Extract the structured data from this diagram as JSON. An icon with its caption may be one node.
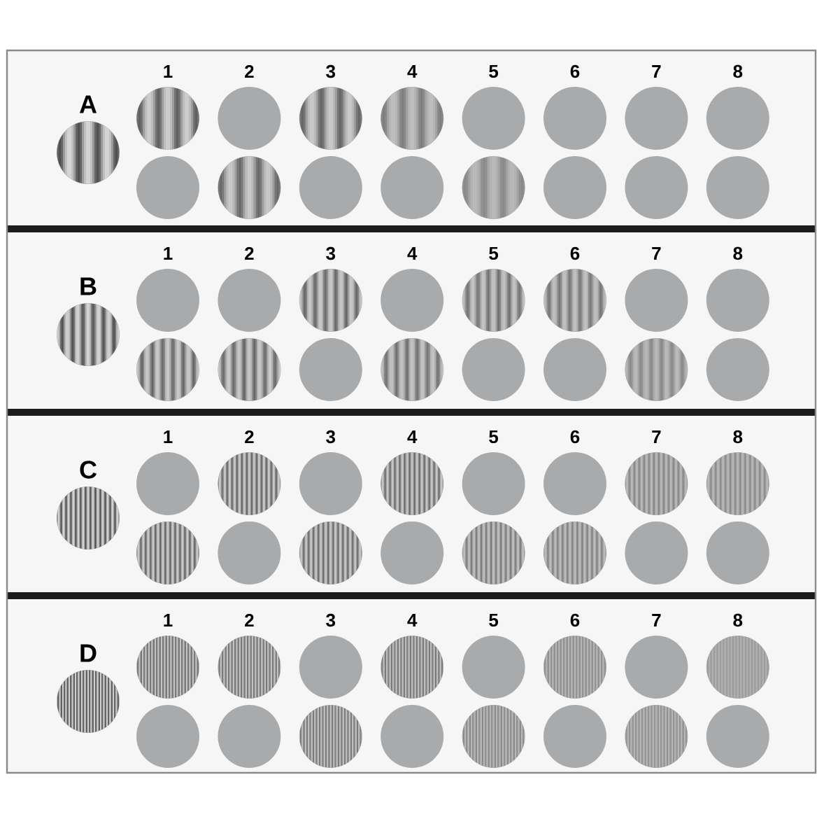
{
  "diagram": {
    "nodes": [
      {
        "text": [
          "A",
          "1",
          "2",
          "3",
          "4",
          "5",
          "6",
          "7",
          "8"
        ]
      },
      {
        "text": [],
        "shape": "picture",
        "in": 0
      },
      {
        "text": [],
        "shape": "picture",
        "in": 0
      },
      {
        "text": [],
        "shape": "circle",
        "in": 0
      },
      {
        "text": [],
        "shape": "picture",
        "in": 0
      },
      {
        "text": [],
        "shape": "picture",
        "in": 0
      },
      {
        "text": [],
        "shape": "circle",
        "in": 0
      },
      {
        "text": [],
        "shape": "circle",
        "in": 0
      },
      {
        "text": [],
        "shape": "circle",
        "in": 0
      },
      {
        "text": [],
        "shape": "circle",
        "in": 0
      },
      {
        "text": [],
        "shape": "circle",
        "in": 0
      },
      {
        "text": [],
        "shape": "picture",
        "in": 0
      },
      {
        "text": [],
        "shape": "circle",
        "in": 0
      },
      {
        "text": [],
        "shape": "circle",
        "in": 0
      },
      {
        "text": [],
        "shape": "picture",
        "in": 0
      },
      {
        "text": [],
        "shape": "circle",
        "in": 0
      },
      {
        "text": [],
        "shape": "circle",
        "in": 0
      },
      {
        "text": [],
        "shape": "circle",
        "in": 0
      },
      {
        "text": [
          "B",
          "1",
          "2",
          "3",
          "4",
          "5",
          "6",
          "7",
          "8"
        ]
      },
      {
        "text": [],
        "shape": "picture",
        "in": 18
      },
      {
        "text": [],
        "shape": "circle",
        "in": 18
      },
      {
        "text": [],
        "shape": "circle",
        "in": 18
      },
      {
        "text": [],
        "shape": "picture",
        "in": 18
      },
      {
        "text": [],
        "shape": "circle",
        "in": 18
      },
      {
        "text": [],
        "shape": "picture",
        "in": 18
      },
      {
        "text": [],
        "shape": "picture",
        "in": 18
      },
      {
        "text": [],
        "shape": "circle",
        "in": 18
      },
      {
        "text": [],
        "shape": "circle",
        "in": 18
      },
      {
        "text": [],
        "shape": "picture",
        "in": 18
      },
      {
        "text": [],
        "shape": "picture",
        "in": 18
      },
      {
        "text": [],
        "shape": "circle",
        "in": 18
      },
      {
        "text": [],
        "shape": "picture",
        "in": 18
      },
      {
        "text": [],
        "shape": "circle",
        "in": 18
      },
      {
        "text": [],
        "shape": "circle",
        "in": 18
      },
      {
        "text": [],
        "shape": "picture",
        "in": 18
      },
      {
        "text": [],
        "shape": "circle",
        "in": 18
      },
      {
        "text": [
          "C",
          "1",
          "2",
          "3",
          "4",
          "5",
          "6",
          "7",
          "8"
        ]
      },
      {
        "text": [],
        "shape": "picture",
        "in": 36
      },
      {
        "text": [],
        "shape": "circle",
        "in": 36
      },
      {
        "text": [],
        "shape": "picture",
        "in": 36
      },
      {
        "text": [],
        "shape": "circle",
        "in": 36
      },
      {
        "text": [],
        "shape": "picture",
        "in": 36
      },
      {
        "text": [],
        "shape": "circle",
        "in": 36
      },
      {
        "text": [],
        "shape": "circle",
        "in": 36
      },
      {
        "text": [],
        "shape": "picture",
        "in": 36
      },
      {
        "text": [],
        "shape": "picture",
        "in": 36
      },
      {
        "text": [],
        "shape": "picture",
        "in": 36
      },
      {
        "text": [],
        "shape": "circle",
        "in": 36
      },
      {
        "text": [],
        "shape": "picture",
        "in": 36
      },
      {
        "text": [],
        "shape": "circle",
        "in": 36
      },
      {
        "text": [],
        "shape": "picture",
        "in": 36
      },
      {
        "text": [],
        "shape": "picture",
        "in": 36
      },
      {
        "text": [],
        "shape": "circle",
        "in": 36
      },
      {
        "text": [],
        "shape": "circle",
        "in": 36
      },
      {
        "text": [
          "D",
          "1",
          "2",
          "3",
          "4",
          "5",
          "6",
          "7",
          "8"
        ]
      },
      {
        "text": [],
        "shape": "picture",
        "in": 54
      },
      {
        "text": [],
        "shape": "picture",
        "in": 54
      },
      {
        "text": [],
        "shape": "picture",
        "in": 54
      },
      {
        "text": [],
        "shape": "circle",
        "in": 54
      },
      {
        "text": [],
        "shape": "picture",
        "in": 54
      },
      {
        "text": [],
        "shape": "circle",
        "in": 54
      },
      {
        "text": [],
        "shape": "picture",
        "in": 54
      },
      {
        "text": [],
        "shape": "circle",
        "in": 54
      },
      {
        "text": [],
        "shape": "picture",
        "in": 54
      },
      {
        "text": [],
        "shape": "circle",
        "in": 54
      },
      {
        "text": [],
        "shape": "circle",
        "in": 54
      },
      {
        "text": [],
        "shape": "picture",
        "in": 54
      },
      {
        "text": [],
        "shape": "circle",
        "in": 54
      },
      {
        "text": [],
        "shape": "picture",
        "in": 54
      },
      {
        "text": [],
        "shape": "circle",
        "in": 54
      },
      {
        "text": [],
        "shape": "picture",
        "in": 54
      },
      {
        "text": [],
        "shape": "circle",
        "in": 54
      }
    ]
  }
}
